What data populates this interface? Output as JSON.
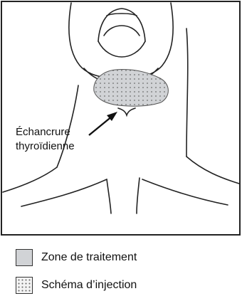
{
  "diagram": {
    "annotation": {
      "line1": "Échancrure",
      "line2": "thyroïdienne"
    },
    "colors": {
      "treatment_zone": "#d1d3d6",
      "injection_dot": "#6d6d6d",
      "outline": "#222222"
    }
  },
  "legend": {
    "items": [
      {
        "label": "Zone de traitement",
        "swatch": "solid-gray"
      },
      {
        "label": "Schéma d’injection",
        "swatch": "dotted-pattern"
      }
    ]
  }
}
